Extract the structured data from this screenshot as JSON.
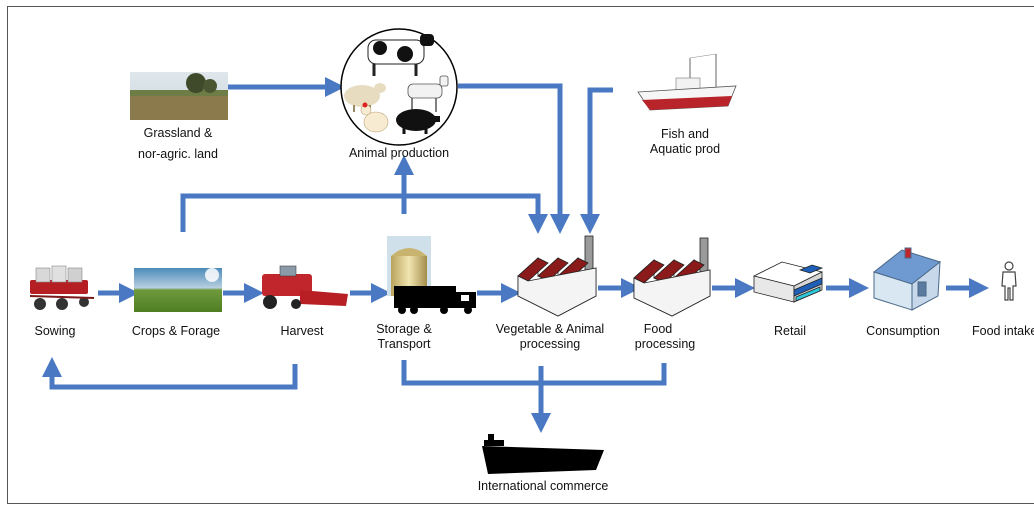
{
  "diagram": {
    "arrow_color": "#4a78c2",
    "nodes": {
      "sowing": "Sowing",
      "crops": "Crops & Forage",
      "harvest": "Harvest",
      "storage": "Storage &",
      "storage2": "Transport",
      "veg": "Vegetable & Animal",
      "veg2": "processing",
      "food": "Food",
      "food2": "processing",
      "retail": "Retail",
      "consumption": "Consumption",
      "intake": "Food intake",
      "grassland": "Grassland &",
      "grassland2": "nor-agric. land",
      "animal": "Animal production",
      "fish": "Fish and",
      "fish2": "Aquatic prod",
      "commerce": "International commerce"
    }
  }
}
